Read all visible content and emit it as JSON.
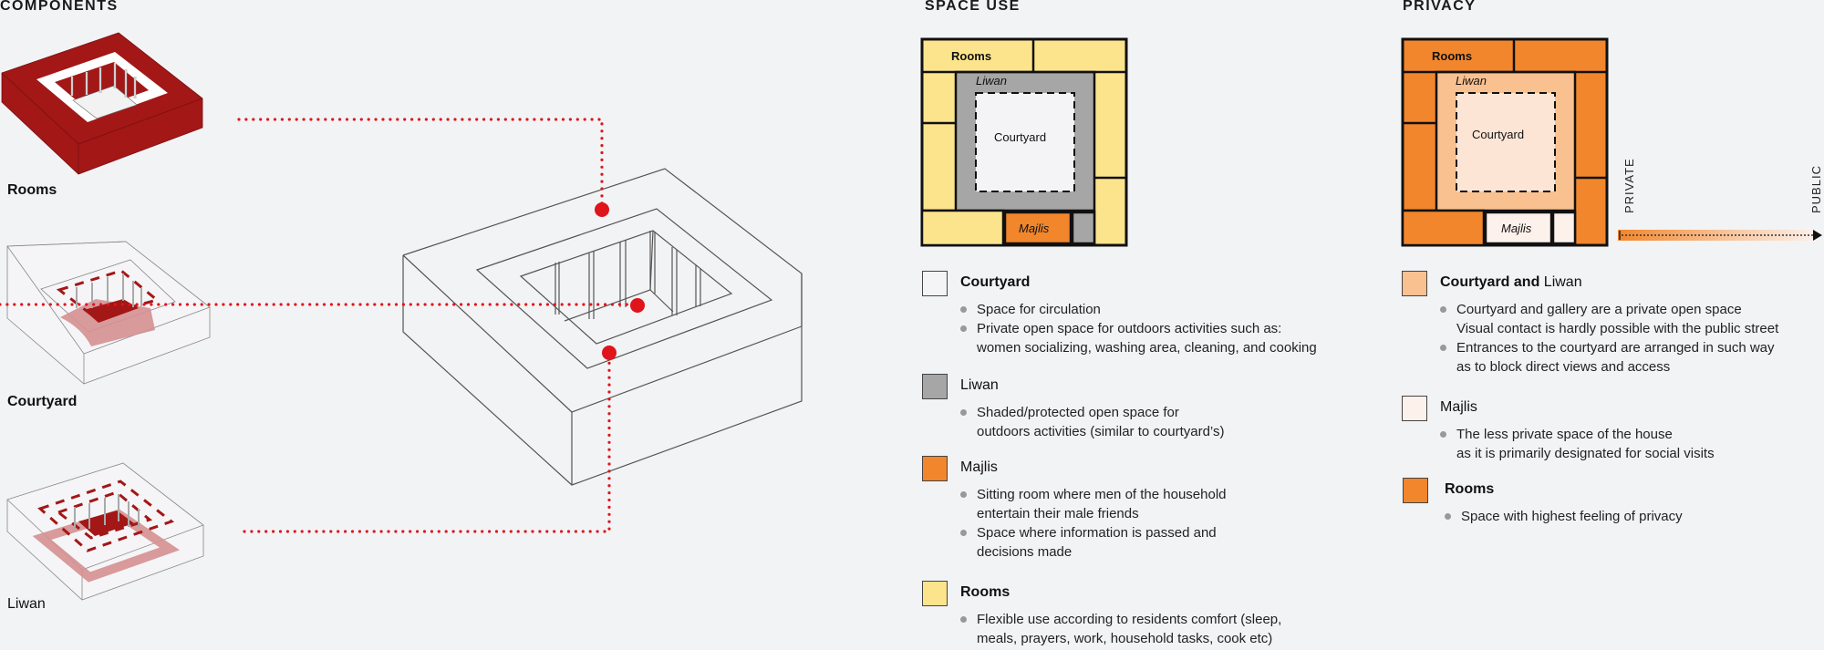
{
  "headings": {
    "components": "COMPONENTS",
    "space_use": "SPACE USE",
    "privacy": "PRIVACY"
  },
  "components": [
    {
      "label": "Rooms",
      "bold": true,
      "icon": "isometric-rooms-block"
    },
    {
      "label": "Courtyard",
      "bold": true,
      "icon": "isometric-courtyard-block"
    },
    {
      "label": "Liwan",
      "bold": false,
      "icon": "isometric-liwan-block"
    }
  ],
  "colors": {
    "background": "#f2f3f5",
    "rooms_red": "#a31717",
    "highlight_pink": "#d59090",
    "connector_red": "#e0141b",
    "space_rooms": "#fce48c",
    "space_liwan": "#a6a6a6",
    "space_courtyard": "#f4f4f6",
    "space_majlis": "#f2862c",
    "privacy_rooms": "#f2862c",
    "privacy_courtyard_liwan": "#f9c18f",
    "privacy_courtyard_inner": "#fde5d6",
    "privacy_majlis": "#fdf1ec"
  },
  "space_use_plan": {
    "labels": {
      "rooms": "Rooms",
      "liwan": "Liwan",
      "courtyard": "Courtyard",
      "majlis": "Majlis"
    }
  },
  "space_use_legend": [
    {
      "title": "Courtyard",
      "title_bold": true,
      "swatch": "#f4f4f6",
      "bullets": [
        [
          "Space for circulation"
        ],
        [
          "Private open space for outdoors activities such as:",
          "women socializing, washing area, cleaning, and cooking"
        ]
      ]
    },
    {
      "title": "Liwan",
      "title_bold": false,
      "swatch": "#a6a6a6",
      "bullets": [
        [
          "Shaded/protected open space for",
          "outdoors activities (similar to courtyard’s)"
        ]
      ]
    },
    {
      "title": "Majlis",
      "title_bold": false,
      "swatch": "#f2862c",
      "bullets": [
        [
          "Sitting room where men of the household",
          "entertain their male friends"
        ],
        [
          "Space where information is passed and",
          "decisions made"
        ]
      ]
    },
    {
      "title": "Rooms",
      "title_bold": true,
      "swatch": "#fce48c",
      "bullets": [
        [
          "Flexible use according to residents comfort (sleep,",
          "meals, prayers, work, household tasks, cook etc)"
        ]
      ]
    }
  ],
  "privacy_plan": {
    "labels": {
      "rooms": "Rooms",
      "liwan": "Liwan",
      "courtyard": "Courtyard",
      "majlis": "Majlis"
    },
    "axis": {
      "start_label": "PRIVATE",
      "end_label": "PUBLIC"
    }
  },
  "privacy_legend": [
    {
      "title_bold_part": "Courtyard and",
      "title_regular_part": " Liwan",
      "swatch": "#f9c18f",
      "bullets": [
        [
          "Courtyard and gallery are a private open space",
          "Visual contact is hardly possible with the public street"
        ],
        [
          "Entrances to the courtyard are arranged in such way",
          "as to block direct views and access"
        ]
      ]
    },
    {
      "title_bold_part": "",
      "title_regular_part": "Majlis",
      "swatch": "#fdf1ec",
      "bullets": [
        [
          "The less private space of the house",
          "as it is primarily designated for social visits"
        ]
      ]
    },
    {
      "title_bold_part": "Rooms",
      "title_regular_part": "",
      "swatch": "#f2862c",
      "bullets": [
        [
          "Space with highest feeling of privacy"
        ]
      ]
    }
  ]
}
